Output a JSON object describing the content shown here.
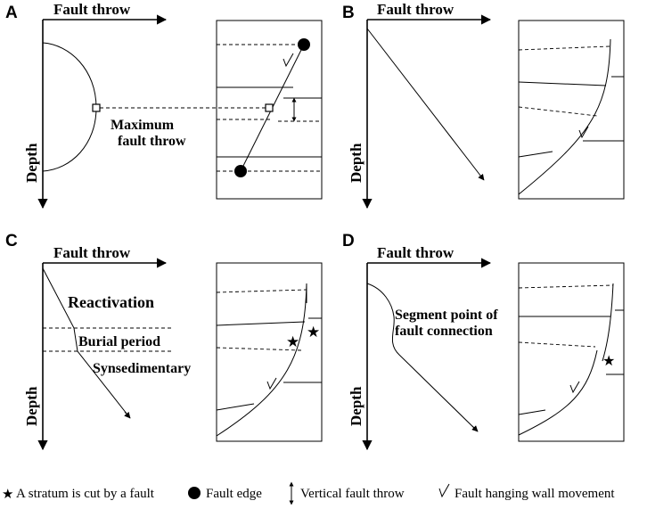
{
  "panels": {
    "A": {
      "letter": "A",
      "xaxis": "Fault throw",
      "yaxis": "Depth",
      "annotation_line1": "Maximum",
      "annotation_line2": "fault throw"
    },
    "B": {
      "letter": "B",
      "xaxis": "Fault throw",
      "yaxis": "Depth"
    },
    "C": {
      "letter": "C",
      "xaxis": "Fault throw",
      "yaxis": "Depth",
      "label_reactivation": "Reactivation",
      "label_burial": "Burial period",
      "label_synsedimentary": "Synsedimentary"
    },
    "D": {
      "letter": "D",
      "xaxis": "Fault throw",
      "yaxis": "Depth",
      "annotation_line1": "Segment point of",
      "annotation_line2": "fault connection"
    }
  },
  "legend": {
    "star": "A stratum is cut by a fault",
    "fault_edge": "Fault edge",
    "vertical_throw": "Vertical  fault throw",
    "hanging_wall": "Fault hanging wall movement"
  }
}
